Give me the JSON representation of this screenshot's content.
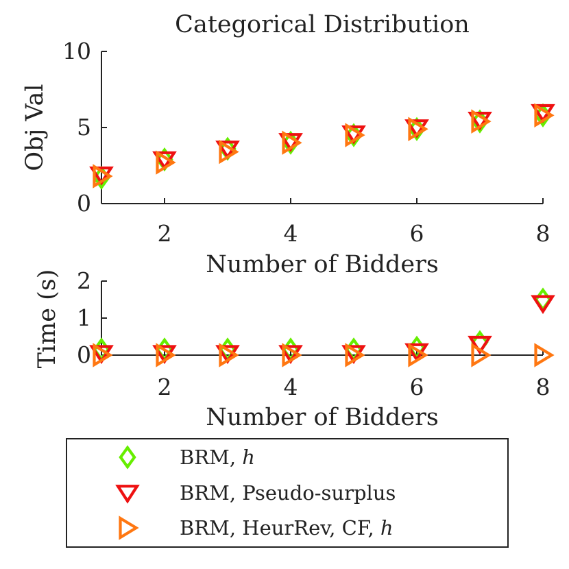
{
  "title": "Categorical Distribution",
  "chart_data": [
    {
      "type": "scatter",
      "title": "Categorical Distribution",
      "xlabel": "Number of Bidders",
      "ylabel": "Obj Val",
      "xlim": [
        1,
        8
      ],
      "ylim": [
        0,
        10
      ],
      "xticks": [
        2,
        4,
        6,
        8
      ],
      "yticks": [
        0,
        5,
        10
      ],
      "grid": false,
      "series": [
        {
          "name": "BRM, h",
          "marker": "diamond",
          "color": "#66ee00",
          "x": [
            1,
            2,
            3,
            4,
            5,
            6,
            7,
            8
          ],
          "y": [
            1.7,
            2.9,
            3.6,
            4.0,
            4.5,
            4.9,
            5.4,
            5.8
          ]
        },
        {
          "name": "BRM, Pseudo-surplus",
          "marker": "triangle-down",
          "color": "#ee1111",
          "x": [
            1,
            2,
            3,
            4,
            5,
            6,
            7,
            8
          ],
          "y": [
            1.9,
            2.9,
            3.6,
            4.1,
            4.6,
            5.0,
            5.5,
            6.0
          ]
        },
        {
          "name": "BRM, HeurRev, CF, h",
          "marker": "triangle-right",
          "color": "#ff7711",
          "x": [
            1,
            2,
            3,
            4,
            5,
            6,
            7,
            8
          ],
          "y": [
            1.8,
            2.7,
            3.4,
            4.0,
            4.5,
            4.9,
            5.4,
            5.8
          ]
        }
      ]
    },
    {
      "type": "scatter",
      "title": "",
      "xlabel": "Number of Bidders",
      "ylabel": "Time (s)",
      "xlim": [
        1,
        8
      ],
      "ylim": [
        0,
        2
      ],
      "xticks": [
        2,
        4,
        6,
        8
      ],
      "yticks": [
        0,
        1,
        2
      ],
      "grid": false,
      "series": [
        {
          "name": "BRM, h",
          "marker": "diamond",
          "color": "#66ee00",
          "x": [
            1,
            2,
            3,
            4,
            5,
            6,
            7,
            8
          ],
          "y": [
            0.15,
            0.15,
            0.15,
            0.15,
            0.15,
            0.2,
            0.35,
            1.5
          ]
        },
        {
          "name": "BRM, Pseudo-surplus",
          "marker": "triangle-down",
          "color": "#ee1111",
          "x": [
            1,
            2,
            3,
            4,
            5,
            6,
            7,
            8
          ],
          "y": [
            0.05,
            0.05,
            0.05,
            0.05,
            0.05,
            0.1,
            0.3,
            1.4
          ]
        },
        {
          "name": "BRM, HeurRev, CF, h",
          "marker": "triangle-right",
          "color": "#ff7711",
          "x": [
            1,
            2,
            3,
            4,
            5,
            6,
            7,
            8
          ],
          "y": [
            0.0,
            0.0,
            0.0,
            0.0,
            0.0,
            0.0,
            0.0,
            0.0
          ]
        }
      ]
    }
  ],
  "legend": {
    "placement": "bottom",
    "entries": [
      {
        "prefix": "BRM, ",
        "italic": "h",
        "marker": "diamond",
        "color": "#66ee00"
      },
      {
        "prefix": "BRM, Pseudo-surplus",
        "italic": "",
        "marker": "triangle-down",
        "color": "#ee1111"
      },
      {
        "prefix": "BRM, HeurRev, CF, ",
        "italic": "h",
        "marker": "triangle-right",
        "color": "#ff7711"
      }
    ]
  }
}
